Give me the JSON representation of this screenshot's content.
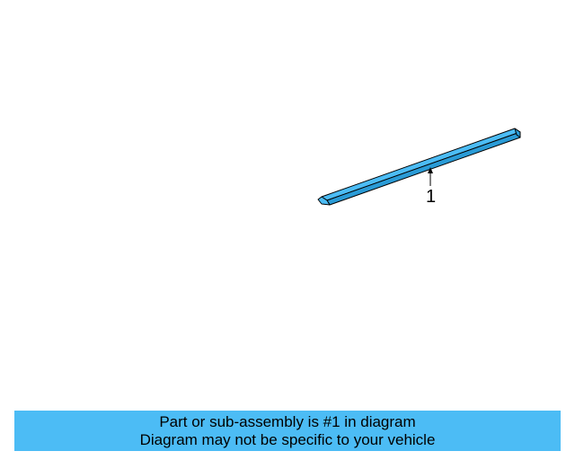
{
  "diagram": {
    "callout_number": "1",
    "part_color": "#4cbcf5",
    "part_shade_color": "#2a9bd6",
    "outline_color": "#000000"
  },
  "footer": {
    "line1": "Part or sub-assembly is #1 in diagram",
    "line2": "Diagram may not be specific to your vehicle",
    "background_color": "#4cbcf5"
  }
}
